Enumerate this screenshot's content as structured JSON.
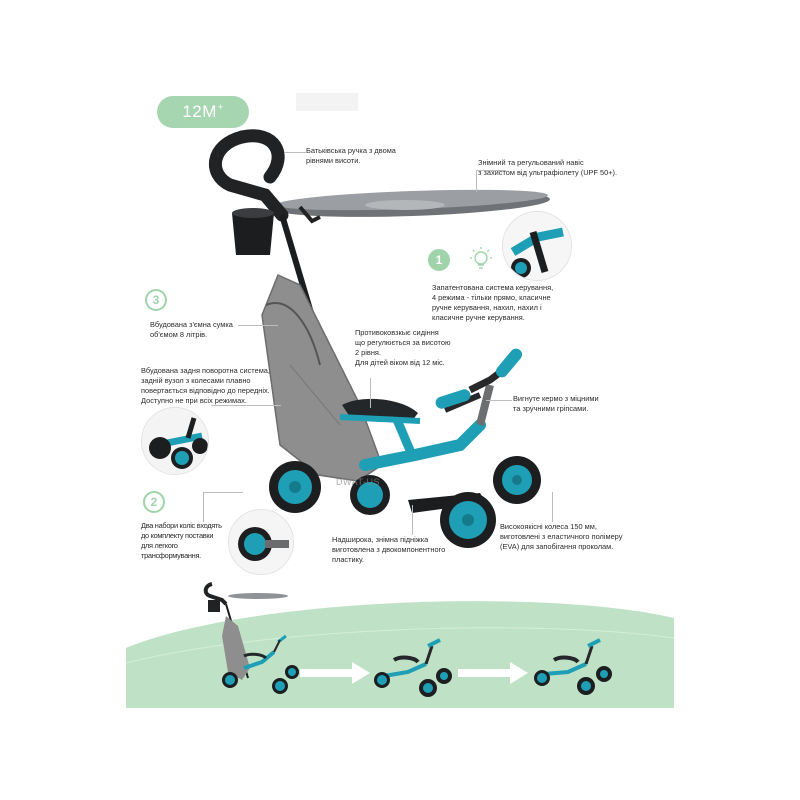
{
  "badge": {
    "age": "12M",
    "age_sup": "+"
  },
  "labels": {
    "parent_handle": "Батьківська ручка з двома\nрівнями висоти.",
    "canopy": "Знімний та регульований навіс\nз захистом від ультрафіолету (UPF 50+).",
    "steering": "Запатентована система керування,\n4 режима - тільки прямо, класичне\nручне керування, нахил, нахил і\nкласичне ручне керування.",
    "bag": "Вбудована з'ємна сумка\nоб'ємом 8 літрів.",
    "seat": "Противоковзкыє сидіння\nщо регулюється за висотою\n2 рівня.\nДля дітей віком від 12 міс.",
    "rear_axle": "Вбудована задня поворотна система,\nзадній вузол з колесами плавно\nповертається відповідно до передніх.\nДоступно не при всіх режимах.",
    "handlebar": "Вигнуте кермо з міцними\nта зручними гріпсами.",
    "wheel_sets": "Два набори коліс входять\nдо комплекту поставки\nдля легкого\nтрансформування.",
    "footrest": "Надширока, знімна підніжка\nвиготовлена з двокомпонентного\nпластику.",
    "wheels": "Високоякісні колеса 150 мм,\nвиготовлені з еластичного полімеру\n(EVA) для запобігання проколам."
  },
  "numbers": {
    "n1": "1",
    "n2": "2",
    "n3": "3"
  },
  "watermark": "DWAT-US",
  "colors": {
    "accent_teal": "#1f9fb5",
    "green_band": "#bfe2c6",
    "badge_green": "#a6d6b0",
    "frame_dark": "#2a2d30",
    "bag_grey": "#8d8d8d"
  },
  "icons": [
    "lightbulb-icon",
    "arrow-right-icon"
  ]
}
